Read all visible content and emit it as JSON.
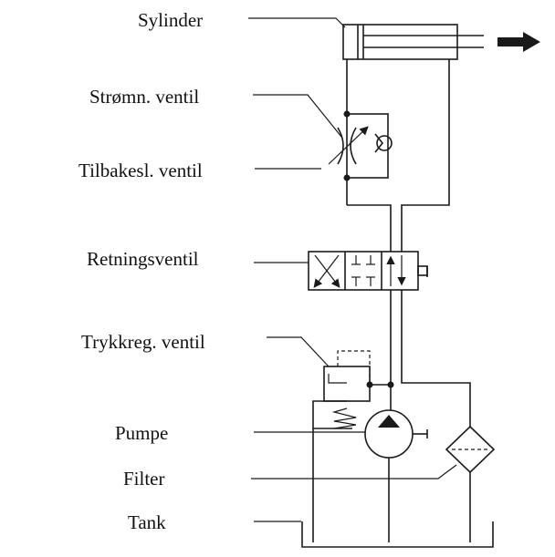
{
  "labels": {
    "cylinder": "Sylinder",
    "flow_valve": "Strømn. ventil",
    "check_valve": "Tilbakesl. ventil",
    "directional_valve": "Retningsventil",
    "pressure_valve": "Trykkreg. ventil",
    "pump": "Pumpe",
    "filter": "Filter",
    "tank": "Tank"
  }
}
